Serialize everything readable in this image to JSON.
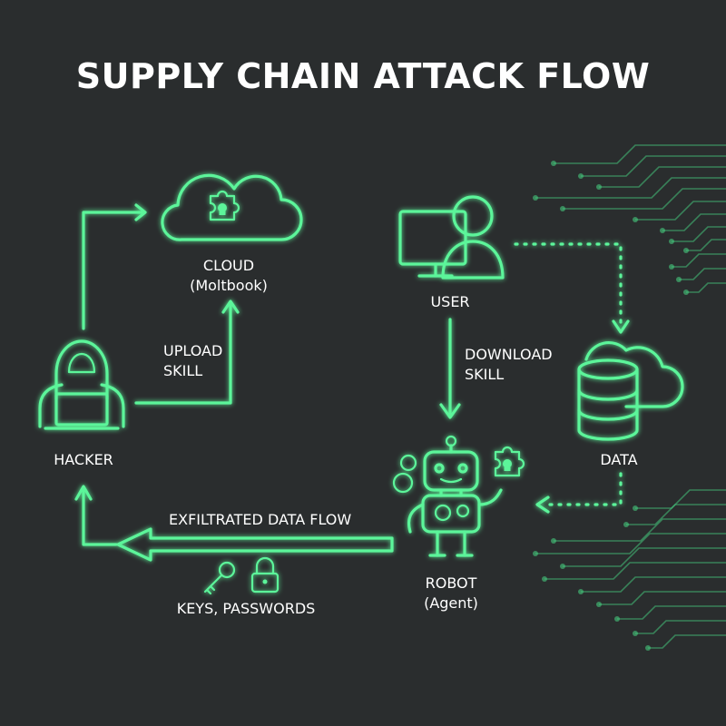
{
  "title": "SUPPLY CHAIN ATTACK FLOW",
  "nodes": {
    "cloud": {
      "label": "CLOUD",
      "sublabel": "(Moltbook)"
    },
    "user": {
      "label": "USER"
    },
    "hacker": {
      "label": "HACKER"
    },
    "data": {
      "label": "DATA"
    },
    "robot": {
      "label": "ROBOT",
      "sublabel": "(Agent)"
    }
  },
  "edges": {
    "upload": {
      "line1": "UPLOAD",
      "line2": "SKILL"
    },
    "download": {
      "line1": "DOWNLOAD",
      "line2": "SKILL"
    },
    "exfil": {
      "label": "EXFILTRATED DATA FLOW"
    },
    "keys": {
      "label": "KEYS, PASSWORDS"
    }
  },
  "colors": {
    "accent": "#5cf59a",
    "background": "#2a2d2e",
    "text": "#ffffff"
  },
  "icons": [
    "cloud-icon",
    "puzzle-skull-icon",
    "user-computer-icon",
    "hacker-laptop-icon",
    "database-cloud-icon",
    "robot-icon",
    "key-icon",
    "padlock-icon"
  ]
}
